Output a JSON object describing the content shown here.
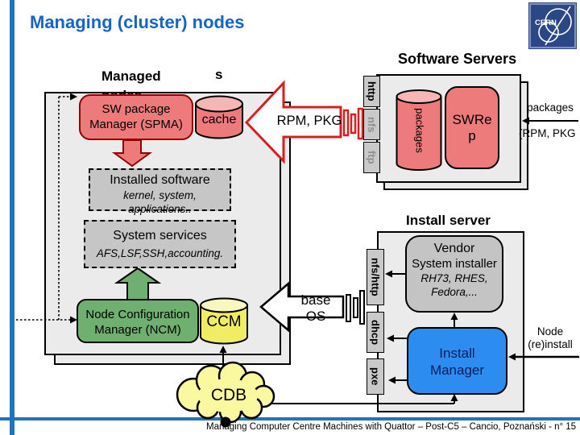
{
  "slide": {
    "title": "Managing (cluster) nodes",
    "footer": "Managing Computer Centre Machines with Quattor – Post-C5  – Cancio, Poznański - n° 15",
    "logo": "CERN"
  },
  "headings": {
    "software_servers": "Software Servers",
    "install_server": "Install server",
    "managed_line1": "Managed",
    "managed_line2": "nodes",
    "stray_s": "s"
  },
  "managed": {
    "spma_line1": "SW package",
    "spma_line2": "Manager (SPMA)",
    "cache": "cache",
    "installed_title": "Installed software",
    "installed_sub1": "kernel, system,",
    "installed_sub2": "applications..",
    "services_title": "System services",
    "services_sub": "AFS,LSF,SSH,accounting.",
    "ncm_line1": "Node Configuration",
    "ncm_line2": "Manager (NCM)",
    "ccm": "CCM"
  },
  "software": {
    "packages_cylinder": "packages",
    "swrep": "SWRep",
    "incoming_top": "packages",
    "incoming_bottom": "(RPM, PKG",
    "proto_http": "http",
    "proto_nfs": "nfs",
    "proto_ftp": "ftp"
  },
  "flows": {
    "rpm_pkg": "RPM, PKG",
    "base_line1": "base",
    "base_line2": "OS"
  },
  "install": {
    "vendor_line1": "Vendor",
    "vendor_line2": "System installer",
    "vendor_sub1": "RH73, RHES,",
    "vendor_sub2": "Fedora,...",
    "im_line1": "Install",
    "im_line2": "Manager",
    "tab_nfshttp": "nfs/http",
    "tab_dhcp": "dhcp",
    "tab_pxe": "pxe",
    "reinstall_line1": "Node",
    "reinstall_line2": "(re)install"
  },
  "cdb": {
    "label": "CDB"
  },
  "colors": {
    "title_blue": "#1565C8",
    "template_blue": "#2273BA",
    "salmon": "#EE7B7B",
    "salmon_light": "#F6B6B6",
    "green": "#6FAF6F",
    "ccm_yellow": "#F1ED62",
    "cloud_yellow": "#FBF9A0",
    "install_blue": "#2D8CF0",
    "box_gray": "#C6C6C6",
    "panel_gray": "#EBEBEB"
  }
}
